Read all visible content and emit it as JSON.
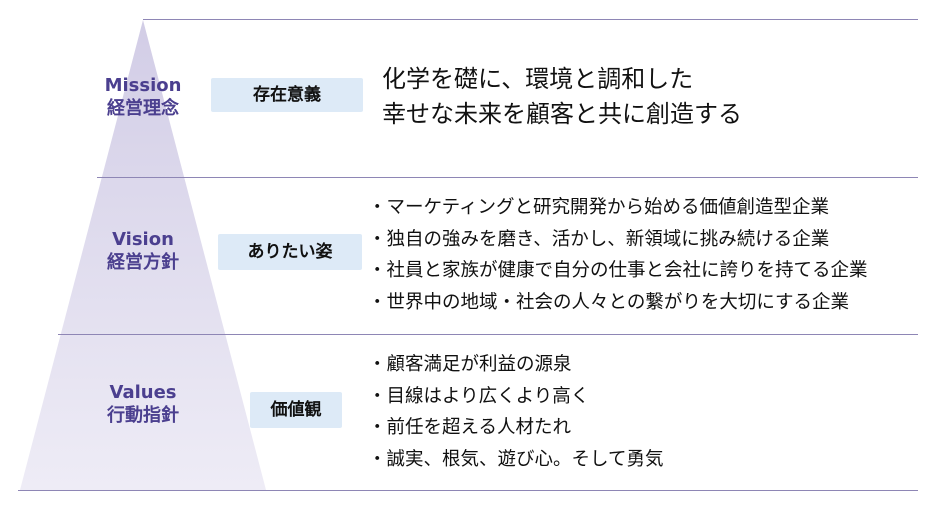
{
  "colors": {
    "title": "#4b3f8f",
    "line": "#8e86b5",
    "pill": "#ddeaf7",
    "pyramid_top": "#d2cde6",
    "pyramid_bottom": "#eeecf6"
  },
  "tiers": [
    {
      "title_en": "Mission",
      "title_ja": "経営理念",
      "label": "存在意義",
      "statement": [
        "化学を礎に、環境と調和した",
        "幸せな未来を顧客と共に創造する"
      ]
    },
    {
      "title_en": "Vision",
      "title_ja": "経営方針",
      "label": "ありたい姿",
      "items": [
        "マーケティングと研究開発から始める価値創造型企業",
        "独自の強みを磨き、活かし、新領域に挑み続ける企業",
        "社員と家族が健康で自分の仕事と会社に誇りを持てる企業",
        "世界中の地域・社会の人々との繋がりを大切にする企業"
      ]
    },
    {
      "title_en": "Values",
      "title_ja": "行動指針",
      "label": "価値観",
      "items": [
        "顧客満足が利益の源泉",
        "目線はより広くより高く",
        "前任を超える人材たれ",
        "誠実、根気、遊び心。そして勇気"
      ]
    }
  ]
}
